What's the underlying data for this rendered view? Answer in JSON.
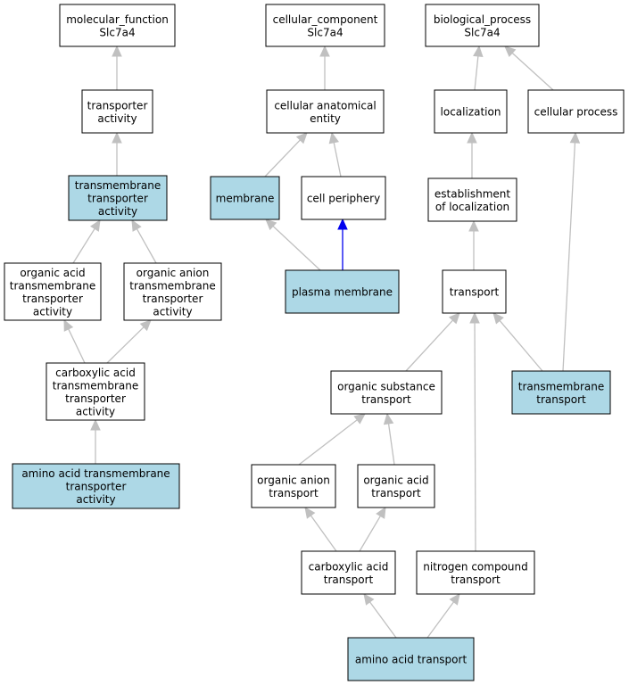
{
  "colors": {
    "highlight": "#add8e6",
    "plain": "#ffffff",
    "edge": "#c0c0c0",
    "edge_highlight": "#0000ee"
  },
  "nodes": [
    {
      "id": "mf",
      "lines": [
        "molecular_function",
        "Slc7a4"
      ],
      "highlight": false
    },
    {
      "id": "ta",
      "lines": [
        "transporter",
        "activity"
      ],
      "highlight": false
    },
    {
      "id": "tta",
      "lines": [
        "transmembrane",
        "transporter",
        "activity"
      ],
      "highlight": true
    },
    {
      "id": "oatta",
      "lines": [
        "organic acid",
        "transmembrane",
        "transporter",
        "activity"
      ],
      "highlight": false
    },
    {
      "id": "oantta",
      "lines": [
        "organic anion",
        "transmembrane",
        "transporter",
        "activity"
      ],
      "highlight": false
    },
    {
      "id": "catta",
      "lines": [
        "carboxylic acid",
        "transmembrane",
        "transporter",
        "activity"
      ],
      "highlight": false
    },
    {
      "id": "aatta",
      "lines": [
        "amino acid transmembrane",
        "transporter",
        "activity"
      ],
      "highlight": true
    },
    {
      "id": "cc",
      "lines": [
        "cellular_component",
        "Slc7a4"
      ],
      "highlight": false
    },
    {
      "id": "cae",
      "lines": [
        "cellular anatomical",
        "entity"
      ],
      "highlight": false
    },
    {
      "id": "mem",
      "lines": [
        "membrane"
      ],
      "highlight": true
    },
    {
      "id": "cp",
      "lines": [
        "cell periphery"
      ],
      "highlight": false
    },
    {
      "id": "pm",
      "lines": [
        "plasma membrane"
      ],
      "highlight": true
    },
    {
      "id": "bp",
      "lines": [
        "biological_process",
        "Slc7a4"
      ],
      "highlight": false
    },
    {
      "id": "loc",
      "lines": [
        "localization"
      ],
      "highlight": false
    },
    {
      "id": "cellp",
      "lines": [
        "cellular process"
      ],
      "highlight": false
    },
    {
      "id": "eloc",
      "lines": [
        "establishment",
        "of localization"
      ],
      "highlight": false
    },
    {
      "id": "tr",
      "lines": [
        "transport"
      ],
      "highlight": false
    },
    {
      "id": "ost",
      "lines": [
        "organic substance",
        "transport"
      ],
      "highlight": false
    },
    {
      "id": "tmt",
      "lines": [
        "transmembrane",
        "transport"
      ],
      "highlight": true
    },
    {
      "id": "oant",
      "lines": [
        "organic anion",
        "transport"
      ],
      "highlight": false
    },
    {
      "id": "oat",
      "lines": [
        "organic acid",
        "transport"
      ],
      "highlight": false
    },
    {
      "id": "cat",
      "lines": [
        "carboxylic acid",
        "transport"
      ],
      "highlight": false
    },
    {
      "id": "nct",
      "lines": [
        "nitrogen compound",
        "transport"
      ],
      "highlight": false
    },
    {
      "id": "aat",
      "lines": [
        "amino acid transport"
      ],
      "highlight": true
    }
  ],
  "edges": [
    {
      "from": "ta",
      "to": "mf"
    },
    {
      "from": "tta",
      "to": "ta"
    },
    {
      "from": "oatta",
      "to": "tta"
    },
    {
      "from": "oantta",
      "to": "tta"
    },
    {
      "from": "catta",
      "to": "oatta"
    },
    {
      "from": "catta",
      "to": "oantta"
    },
    {
      "from": "aatta",
      "to": "catta"
    },
    {
      "from": "cae",
      "to": "cc"
    },
    {
      "from": "mem",
      "to": "cae"
    },
    {
      "from": "cp",
      "to": "cae"
    },
    {
      "from": "pm",
      "to": "mem"
    },
    {
      "from": "pm",
      "to": "cp",
      "highlight": true
    },
    {
      "from": "loc",
      "to": "bp"
    },
    {
      "from": "cellp",
      "to": "bp"
    },
    {
      "from": "eloc",
      "to": "loc"
    },
    {
      "from": "tr",
      "to": "eloc"
    },
    {
      "from": "ost",
      "to": "tr"
    },
    {
      "from": "tmt",
      "to": "tr"
    },
    {
      "from": "tmt",
      "to": "cellp"
    },
    {
      "from": "oant",
      "to": "ost"
    },
    {
      "from": "oat",
      "to": "ost"
    },
    {
      "from": "cat",
      "to": "oant"
    },
    {
      "from": "cat",
      "to": "oat"
    },
    {
      "from": "nct",
      "to": "tr"
    },
    {
      "from": "aat",
      "to": "cat"
    },
    {
      "from": "aat",
      "to": "nct"
    }
  ]
}
